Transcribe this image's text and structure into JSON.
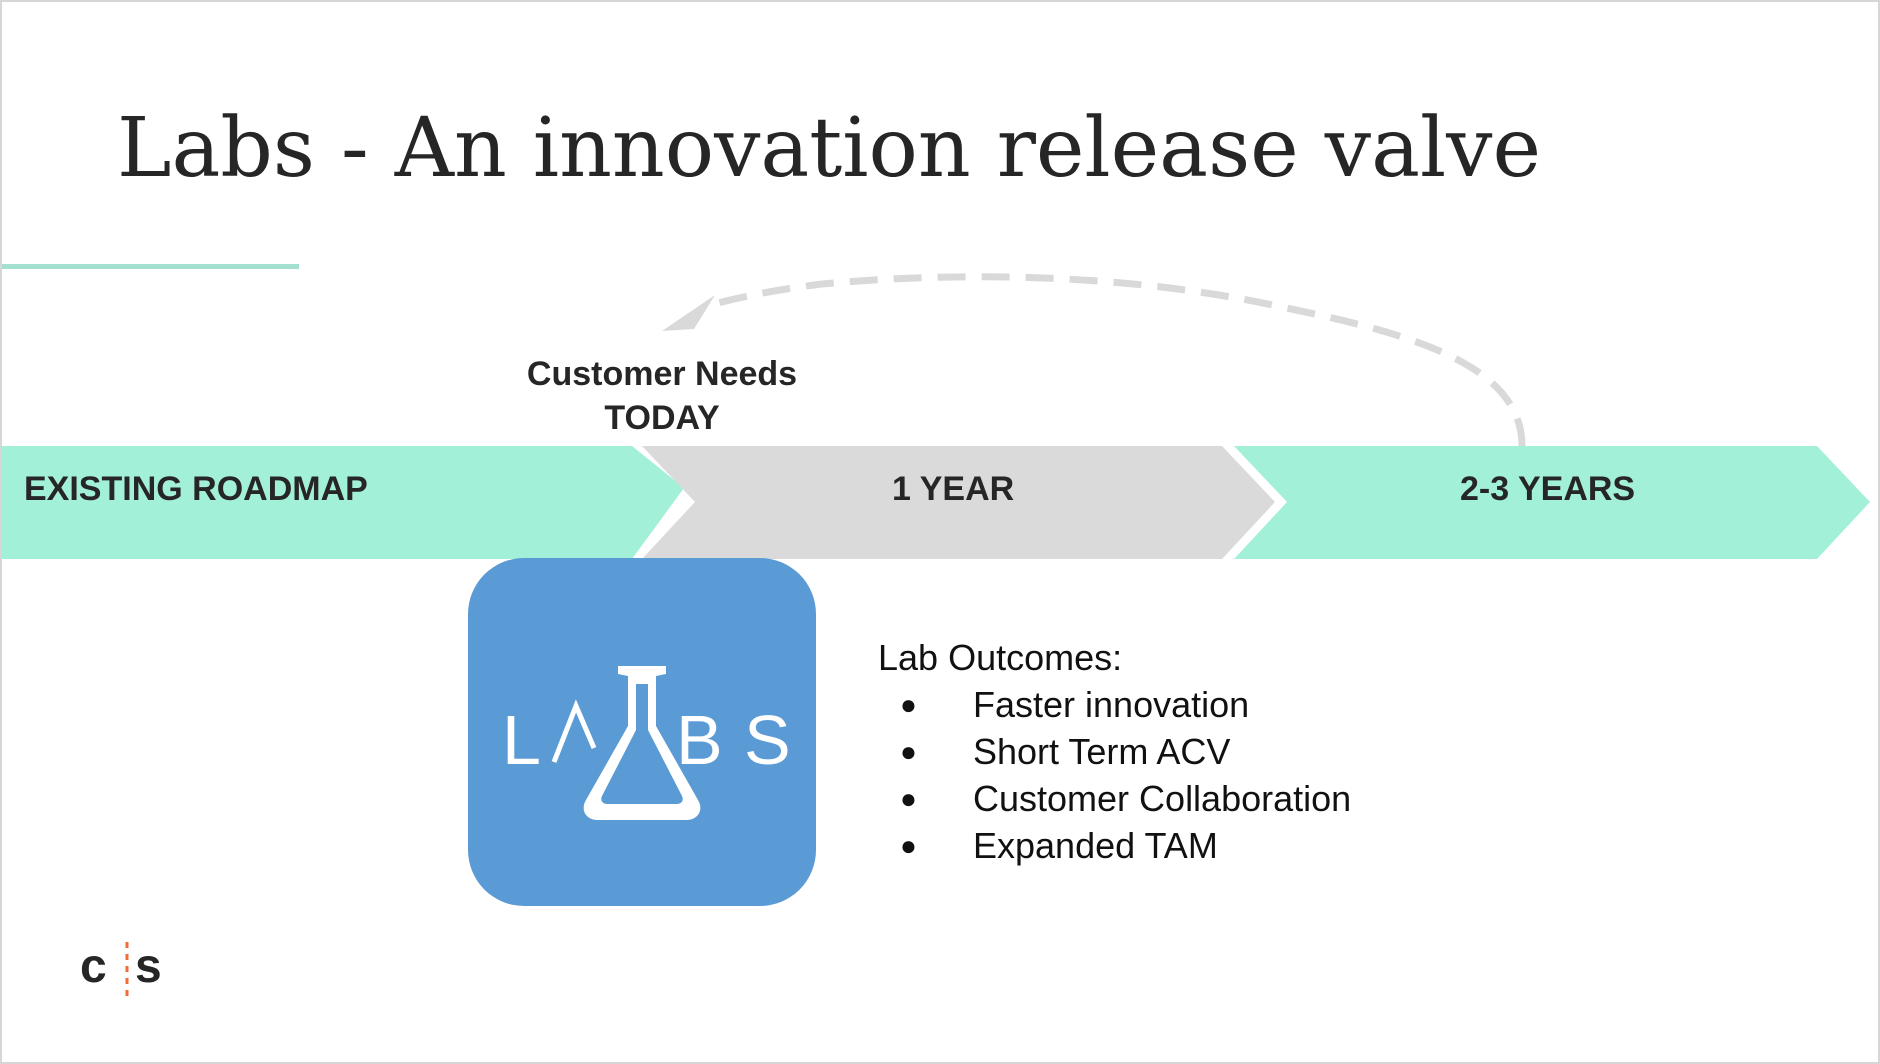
{
  "slide": {
    "title": "Labs - An innovation release valve",
    "customer_needs": {
      "line1": "Customer Needs",
      "line2": "TODAY"
    },
    "roadmap": [
      {
        "label": "EXISTING ROADMAP",
        "color": "#a3f0d9"
      },
      {
        "label": "1 YEAR",
        "color": "#dadada"
      },
      {
        "label": "2-3 YEARS",
        "color": "#a3f0d9"
      }
    ],
    "labs_tile": {
      "letters": [
        "L",
        "B",
        "S"
      ],
      "color": "#5b9bd5",
      "icon": "flask-icon"
    },
    "outcomes": {
      "heading": "Lab Outcomes:",
      "items": [
        "Faster innovation",
        "Short Term ACV",
        "Customer Collaboration",
        "Expanded TAM"
      ],
      "bullet": "●"
    },
    "footer_logo": {
      "letters": [
        "c",
        "s"
      ],
      "divider_color": "#f26b3a"
    },
    "colors": {
      "accent": "#a3e0d0",
      "text": "#262626",
      "arrow": "#d9d9d9"
    }
  }
}
